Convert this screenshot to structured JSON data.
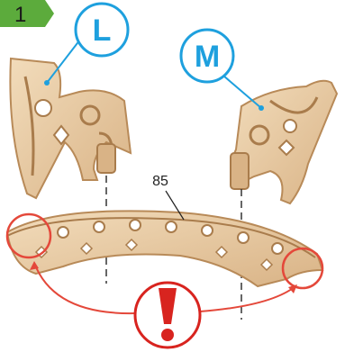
{
  "step": {
    "number": "1",
    "badge_color": "#5cab3c"
  },
  "callouts": [
    {
      "letter": "L",
      "color": "#1ea0de"
    },
    {
      "letter": "M",
      "color": "#1ea0de"
    }
  ],
  "part_label": "85",
  "warning": {
    "symbol": "!",
    "color": "#d8241f"
  },
  "colors": {
    "wood": "#e8c9a0",
    "wood_edge": "#b88a58",
    "accent": "#e4483a"
  }
}
